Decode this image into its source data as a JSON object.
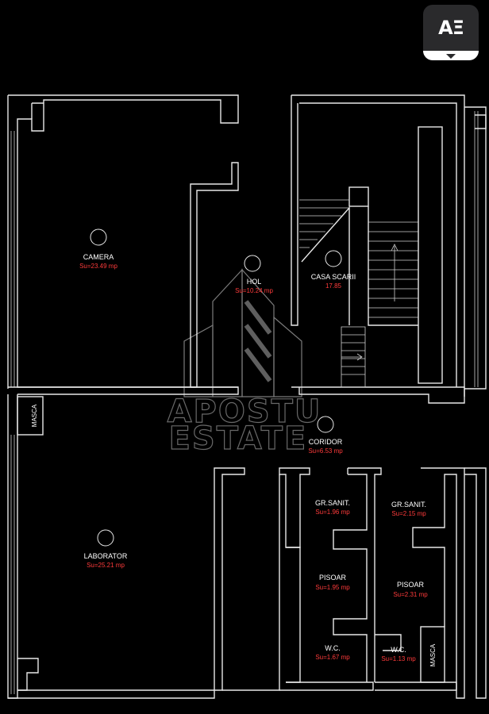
{
  "toolbar": {
    "ae_label": "AΞ"
  },
  "watermark": {
    "line1": "APOSTU",
    "line2": "ESTATE"
  },
  "rooms": [
    {
      "id": "camera",
      "name": "CAMERA",
      "area": "Su=23.49 mp"
    },
    {
      "id": "hol",
      "name": "HOL",
      "area": "Su=10.24 mp"
    },
    {
      "id": "casa-scarii",
      "name": "CASA SCARII",
      "area": "17.85"
    },
    {
      "id": "coridor",
      "name": "CORIDOR",
      "area": "Su=6.53 mp"
    },
    {
      "id": "laborator",
      "name": "LABORATOR",
      "area": "Su=25.21 mp"
    },
    {
      "id": "gr-sanit-1",
      "name": "GR.SANIT.",
      "area": "Su=1.96 mp"
    },
    {
      "id": "gr-sanit-2",
      "name": "GR.SANIT.",
      "area": "Su=2.15 mp"
    },
    {
      "id": "pisoar-1",
      "name": "PISOAR",
      "area": "Su=1.95 mp"
    },
    {
      "id": "pisoar-2",
      "name": "PISOAR",
      "area": "Su=2.31 mp"
    },
    {
      "id": "wc-1",
      "name": "W.C.",
      "area": "Su=1.67 mp"
    },
    {
      "id": "wc-2",
      "name": "W.C.",
      "area": "Su=1.13 mp"
    }
  ],
  "labels": {
    "masca_left": "MASCA",
    "masca_right": "MASCA"
  },
  "colors": {
    "background": "#000000",
    "walls": "#e8e8e8",
    "area_text": "#ff3b3b",
    "button": "#2a2a2c"
  }
}
